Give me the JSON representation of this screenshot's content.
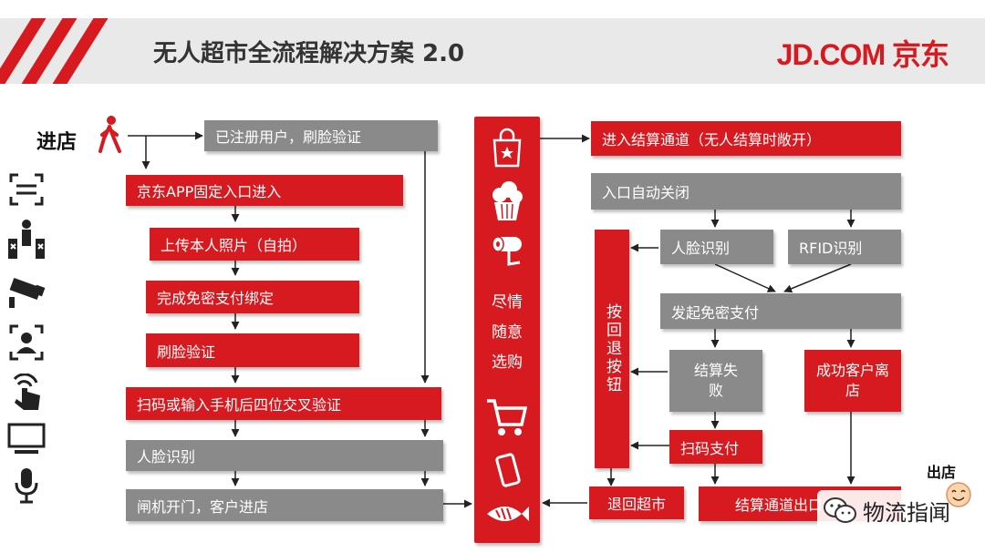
{
  "header": {
    "title": "无人超市全流程解决方案 2.0",
    "brand": "JD.COM 京东"
  },
  "labels": {
    "enter": "进店",
    "exit": "出店"
  },
  "left_flow": {
    "registered": "已注册用户，刷脸验证",
    "app_entry": "京东APP固定入口进入",
    "upload_photo": "上传本人照片（自拍）",
    "bind_payment": "完成免密支付绑定",
    "face_verify": "刷脸验证",
    "scan_verify": "扫码或输入手机后四位交叉验证",
    "face_recog": "人脸识别",
    "gate_open": "闸机开门，客户进店"
  },
  "center_column": {
    "text": "尽情随意选购"
  },
  "right_flow": {
    "checkout_channel": "进入结算通道（无人结算时敞开）",
    "auto_close": "入口自动关闭",
    "face_recog": "人脸识别",
    "rfid": "RFID识别",
    "start_payment": "发起免密支付",
    "return_button": "按回退按钮",
    "settle_fail": "结算失败",
    "success_leave": "成功客户离店",
    "scan_pay": "扫码支付",
    "back_to_store": "退回超市",
    "exit_channel": "结算通道出口门",
    "watermark": "物流指闻"
  },
  "colors": {
    "red": "#d71920",
    "gray": "#8a8a8a",
    "header_bg": "#e9e9e9"
  },
  "icons": [
    "face-scan-icon",
    "gate-icon",
    "camera-icon",
    "face-id-icon",
    "touch-icon",
    "monitor-icon",
    "microphone-icon"
  ]
}
